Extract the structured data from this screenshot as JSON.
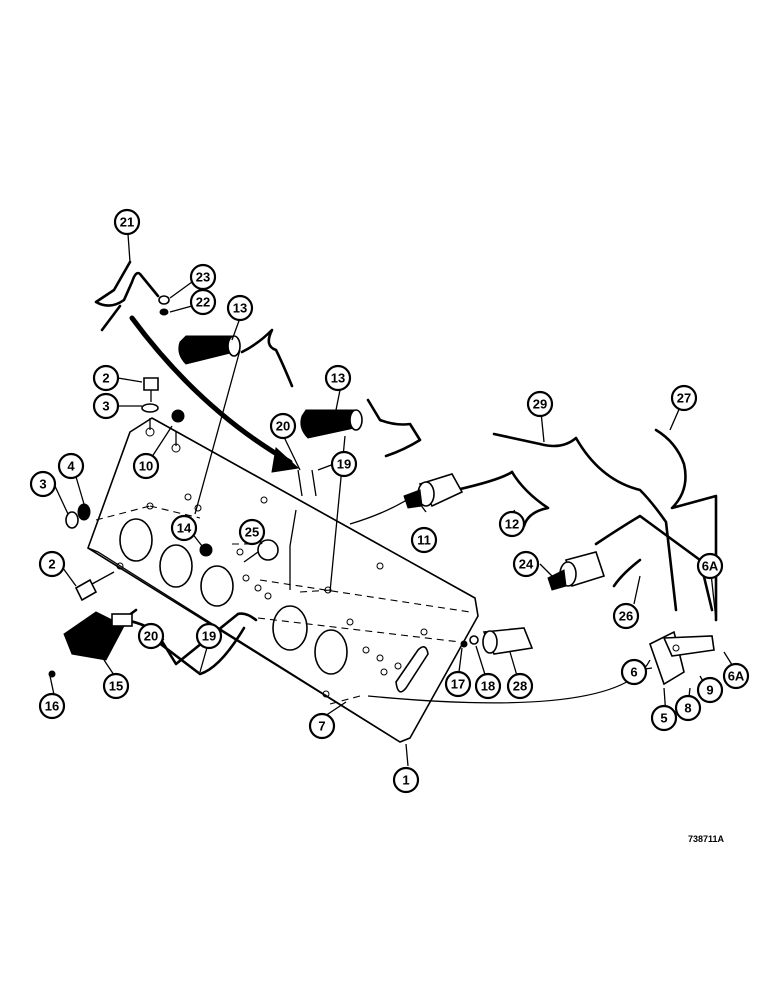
{
  "diagram": {
    "reference_code": "738711A",
    "callouts": [
      "1",
      "2",
      "2",
      "3",
      "3",
      "4",
      "5",
      "6",
      "6A",
      "6A",
      "7",
      "8",
      "9",
      "10",
      "11",
      "12",
      "13",
      "13",
      "14",
      "15",
      "16",
      "17",
      "18",
      "19",
      "19",
      "20",
      "20",
      "21",
      "22",
      "23",
      "24",
      "25",
      "26",
      "27",
      "28",
      "29"
    ]
  }
}
